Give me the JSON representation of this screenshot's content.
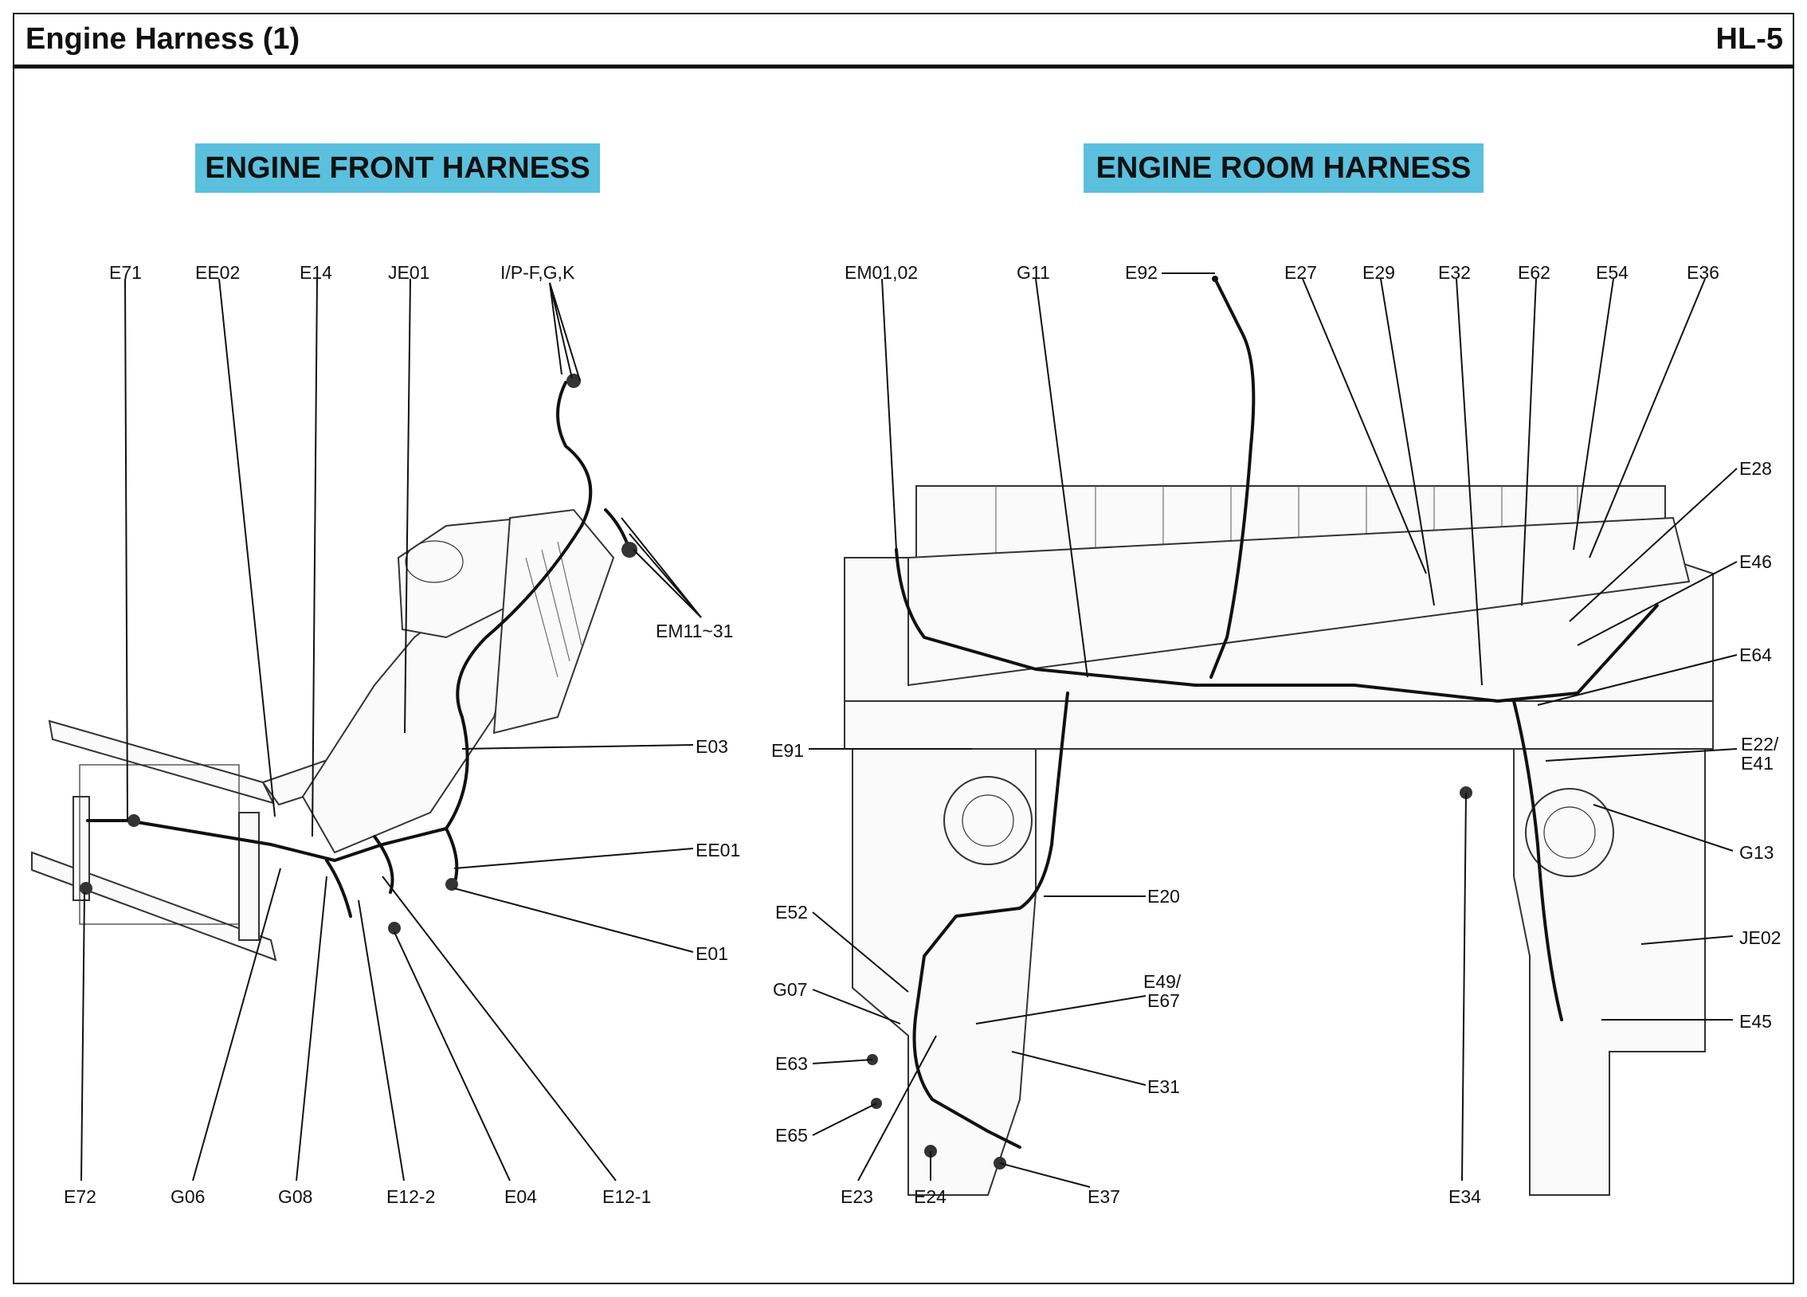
{
  "header": {
    "title": "Engine Harness (1)",
    "code": "HL-5"
  },
  "colors": {
    "section_banner": "#5bc0de",
    "line": "#111111",
    "frame": "#222222"
  },
  "sections": {
    "front": {
      "title": "ENGINE FRONT HARNESS",
      "labels": {
        "E71": "E71",
        "EE02": "EE02",
        "E14": "E14",
        "JE01": "JE01",
        "IPFGK": "I/P-F,G,K",
        "EM1131": "EM11~31",
        "E03": "E03",
        "EE01": "EE01",
        "E01": "E01",
        "E72": "E72",
        "G06": "G06",
        "G08": "G08",
        "E122": "E12-2",
        "E04": "E04",
        "E121": "E12-1"
      }
    },
    "room": {
      "title": "ENGINE ROOM HARNESS",
      "labels": {
        "EM0102": "EM01,02",
        "G11": "G11",
        "E92": "E92",
        "E27": "E27",
        "E29": "E29",
        "E32": "E32",
        "E62": "E62",
        "E54": "E54",
        "E36": "E36",
        "E28": "E28",
        "E46": "E46",
        "E64": "E64",
        "E2241a": "E22/",
        "E2241b": "E41",
        "G13": "G13",
        "JE02": "JE02",
        "E45": "E45",
        "E91": "E91",
        "E20": "E20",
        "E52": "E52",
        "G07": "G07",
        "E4967a": "E49/",
        "E4967b": "E67",
        "E63": "E63",
        "E31": "E31",
        "E65": "E65",
        "E23": "E23",
        "E24": "E24",
        "E37": "E37",
        "E34": "E34"
      }
    }
  }
}
